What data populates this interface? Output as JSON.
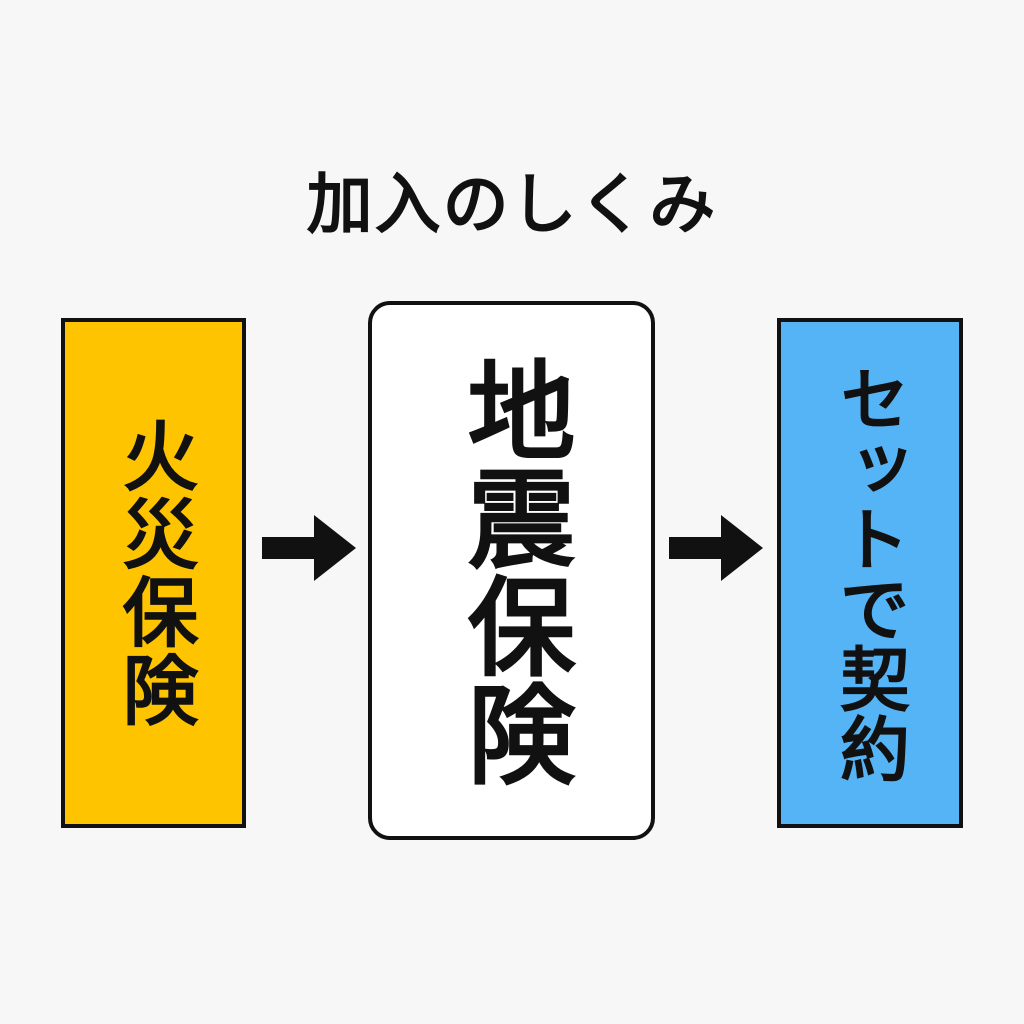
{
  "title": "加入のしくみ",
  "boxes": {
    "fire": {
      "label": "火災保険",
      "color": "#ffc400"
    },
    "earthquake": {
      "label": "地震保険",
      "color": "#ffffff"
    },
    "set": {
      "label": "セットで契約",
      "color": "#55b4f5"
    }
  },
  "arrows": [
    {
      "from": "fire",
      "to": "earthquake",
      "icon": "right-arrow-icon"
    },
    {
      "from": "earthquake",
      "to": "set",
      "icon": "right-arrow-icon"
    }
  ]
}
